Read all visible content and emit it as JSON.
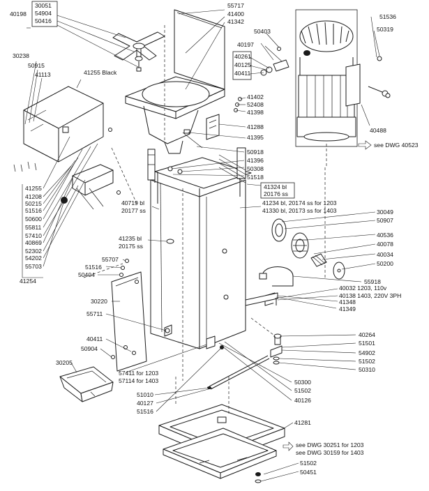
{
  "labels": {
    "p30051": "30051",
    "p54904": "54904",
    "p50416": "50416",
    "p40198": "40198",
    "p55717": "55717",
    "p41400": "41400",
    "p41342": "41342",
    "p50403": "50403",
    "p51536": "51536",
    "p50319": "50319",
    "p40197": "40197",
    "p40261": "40261",
    "p40125": "40125",
    "p40411a": "40411",
    "p30238": "30238",
    "p50915": "50915",
    "p41113": "41113",
    "p41255black": "41255 Black",
    "p41402": "41402",
    "p52408": "52408",
    "p41398": "41398",
    "p41288": "41288",
    "p41395": "41395",
    "p40488": "40488",
    "seeDwg40523": "see DWG 40523",
    "p50918": "50918",
    "p41396": "41396",
    "p50308": "50308",
    "p51518": "51518",
    "p41324": "41324 bl",
    "p20176": "20176 ss",
    "p41234": "41234 bl, 20174 ss for 1203",
    "p41330": "41330 bl, 20173 ss for 1403",
    "p40719": "40719 bl",
    "p20177": "20177 ss",
    "p41235": "41235 bl",
    "p20175": "20175 ss",
    "p30049": "30049",
    "p50907": "50907",
    "p40536": "40536",
    "p40078": "40078",
    "p40034": "40034",
    "p50200": "50200",
    "p55707": "55707",
    "p51516a": "51516",
    "p50404": "50404",
    "p55918": "55918",
    "p40032": "40032 1203, 110v",
    "p40138": "40138 1403, 220V 3PH",
    "p41348": "41348",
    "p41349": "41349",
    "p30220": "30220",
    "p55711": "55711",
    "p40411b": "40411",
    "p50904": "50904",
    "p30205": "30205",
    "p57411": "57411 for 1203",
    "p57114": "57114 for 1403",
    "p51010": "51010",
    "p40127": "40127",
    "p51516b": "51516",
    "p50300": "50300",
    "p51502a": "51502",
    "p40126": "40126",
    "p40264": "40264",
    "p51501": "51501",
    "p54902": "54902",
    "p51502b": "51502",
    "p50310": "50310",
    "p41281": "41281",
    "seeDwg30251": "see DWG 30251 for 1203",
    "seeDwg30159": "see DWG 30159 for 1403",
    "p51502c": "51502",
    "p50451": "50451",
    "p41254": "41254"
  },
  "list41254": [
    "41255",
    "41208",
    "50215",
    "51516",
    "50600",
    "55811",
    "57410",
    "40869",
    "52302",
    "54202",
    "55703"
  ]
}
